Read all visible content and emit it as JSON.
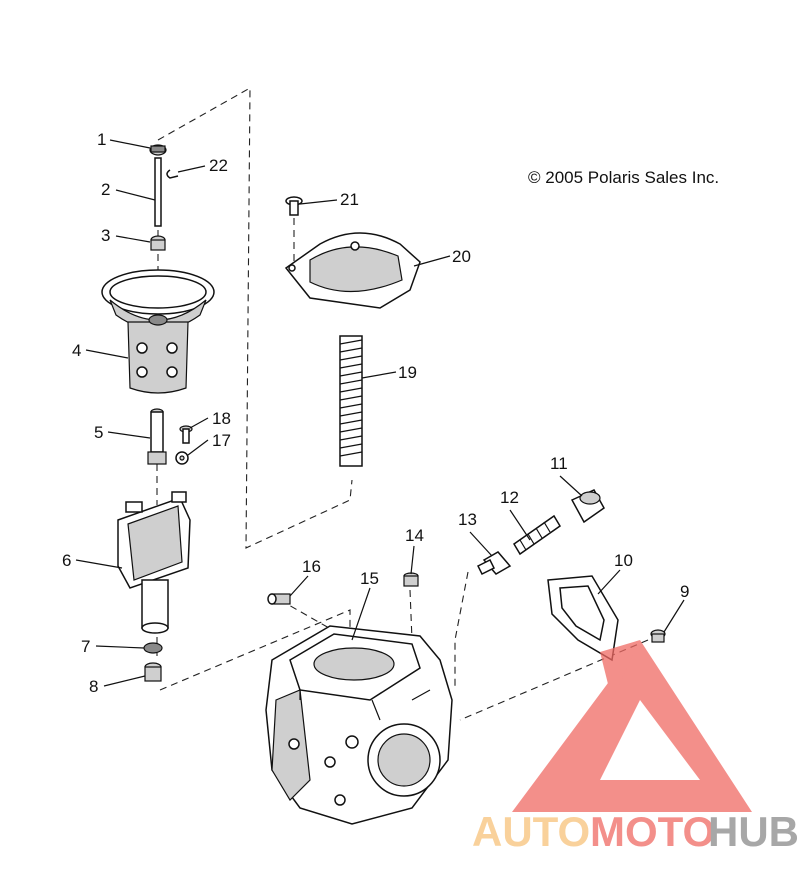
{
  "copyright": "© 2005 Polaris Sales Inc.",
  "callouts": [
    "1",
    "2",
    "3",
    "4",
    "5",
    "6",
    "7",
    "8",
    "9",
    "10",
    "11",
    "12",
    "13",
    "14",
    "15",
    "16",
    "17",
    "18",
    "19",
    "20",
    "21",
    "22"
  ],
  "watermark": {
    "part1": "AUTO",
    "part2": "MOTO",
    "part3": "HUB",
    "color_red": "#f06a64",
    "color_orange": "#f7c27a",
    "color_gray": "#8a8a8a"
  }
}
